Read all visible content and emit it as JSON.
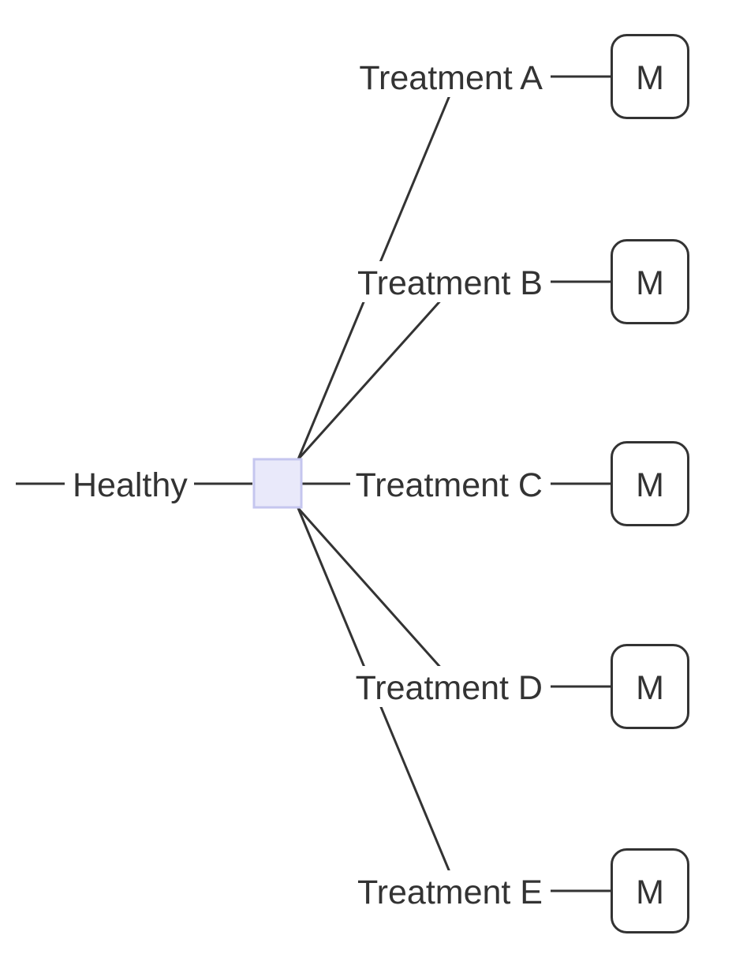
{
  "tree": {
    "root_branch": {
      "label": "Healthy"
    },
    "branches": [
      {
        "label": "Treatment A",
        "terminal_label": "M"
      },
      {
        "label": "Treatment B",
        "terminal_label": "M"
      },
      {
        "label": "Treatment C",
        "terminal_label": "M"
      },
      {
        "label": "Treatment D",
        "terminal_label": "M"
      },
      {
        "label": "Treatment E",
        "terminal_label": "M"
      }
    ]
  },
  "colors": {
    "background": "#ffffff",
    "line": "#333333",
    "text": "#333333",
    "decision_node_fill": "#e9e9fa",
    "decision_node_border": "#c5c6ef",
    "terminal_node_fill": "#ffffff",
    "terminal_node_border": "#333333"
  }
}
